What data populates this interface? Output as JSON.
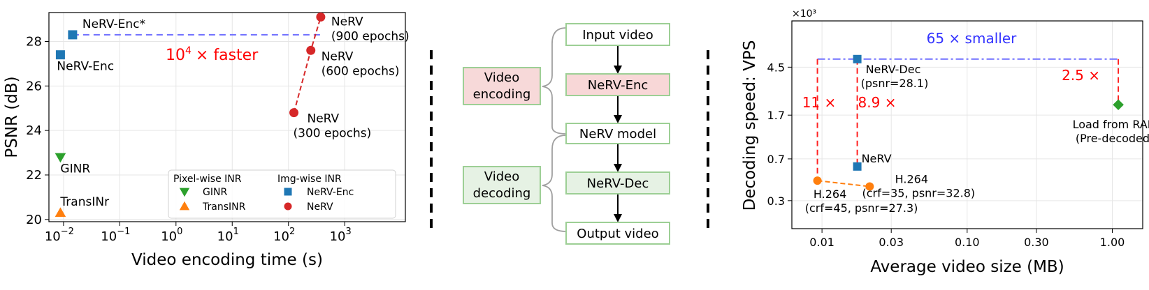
{
  "chart_data": [
    {
      "type": "scatter",
      "xlabel": "Video encoding time (s)",
      "ylabel": "PSNR (dB)",
      "x_scale": "log",
      "xlim": [
        0.0055,
        12000
      ],
      "ylim": [
        19.9,
        29.3
      ],
      "grid": true,
      "x_ticks": [
        {
          "v": 0.01,
          "base": "10",
          "exp": "−2"
        },
        {
          "v": 0.1,
          "base": "10",
          "exp": "−1"
        },
        {
          "v": 1,
          "base": "10",
          "exp": "0"
        },
        {
          "v": 10,
          "base": "10",
          "exp": "1"
        },
        {
          "v": 100,
          "base": "10",
          "exp": "2"
        },
        {
          "v": 1000,
          "base": "10",
          "exp": "3"
        }
      ],
      "y_ticks": [
        20,
        22,
        24,
        26,
        28
      ],
      "points": [
        {
          "key": "nerv-enc-star",
          "label": "NeRV-Enc*",
          "x": 0.0145,
          "y": 28.3,
          "marker": "square",
          "color": "#1f77b4"
        },
        {
          "key": "nerv-enc",
          "label": "NeRV-Enc",
          "x": 0.0088,
          "y": 27.4,
          "marker": "square",
          "color": "#1f77b4"
        },
        {
          "key": "ginr",
          "label": "GINR",
          "x": 0.0088,
          "y": 22.8,
          "marker": "triangle-down",
          "color": "#2ca02c"
        },
        {
          "key": "transinr",
          "label": "TransINr",
          "x": 0.0088,
          "y": 20.3,
          "marker": "triangle-up",
          "color": "#ff7f0e"
        },
        {
          "key": "nerv-300",
          "label": "NeRV",
          "sublabel": "(300 epochs)",
          "x": 125,
          "y": 24.8,
          "marker": "circle",
          "color": "#d62728"
        },
        {
          "key": "nerv-600",
          "label": "NeRV",
          "sublabel": "(600 epochs)",
          "x": 250,
          "y": 27.6,
          "marker": "circle",
          "color": "#d62728"
        },
        {
          "key": "nerv-900",
          "label": "NeRV",
          "sublabel": "(900 epochs)",
          "x": 375,
          "y": 29.1,
          "marker": "circle",
          "color": "#d62728"
        }
      ],
      "ref_line": {
        "y": 28.3,
        "x_from": 0.0145,
        "x_to": 375,
        "color": "#6f6fff"
      },
      "nerv_curve": {
        "color": "#d62728"
      },
      "annotation": {
        "base": "10",
        "exp": "4",
        "text": "×  faster",
        "color": "#ff0000"
      },
      "legend": {
        "placement": "lower-right",
        "groups": [
          {
            "title": "Pixel-wise INR",
            "entries": [
              {
                "label": "GINR",
                "marker": "triangle-down",
                "color": "#2ca02c"
              },
              {
                "label": "TransINR",
                "marker": "triangle-up",
                "color": "#ff7f0e"
              }
            ]
          },
          {
            "title": "Img-wise INR",
            "entries": [
              {
                "label": "NeRV-Enc",
                "marker": "square",
                "color": "#1f77b4"
              },
              {
                "label": "NeRV",
                "marker": "circle",
                "color": "#d62728"
              }
            ]
          }
        ]
      }
    },
    {
      "type": "scatter",
      "xlabel": "Average video size (MB)",
      "ylabel": "Decoding speed: VPS",
      "x_scale": "log",
      "y_scale": "log",
      "xlim": [
        0.0062,
        1.62
      ],
      "ylim": [
        0.17,
        11.5
      ],
      "grid": true,
      "y_multiplier": "×10³",
      "x_ticks": [
        {
          "v": 0.01,
          "label": "0.01"
        },
        {
          "v": 0.03,
          "label": "0.03"
        },
        {
          "v": 0.1,
          "label": "0.10"
        },
        {
          "v": 0.3,
          "label": "0.30"
        },
        {
          "v": 1.0,
          "label": "1.00"
        }
      ],
      "y_ticks": [
        {
          "v": 0.3,
          "label": "0.3"
        },
        {
          "v": 0.7,
          "label": "0.7"
        },
        {
          "v": 1.7,
          "label": "1.7"
        },
        {
          "v": 4.5,
          "label": "4.5"
        }
      ],
      "points": [
        {
          "key": "nerv-dec",
          "label": "NeRV-Dec",
          "sublabel": "(psnr=28.1)",
          "x": 0.0175,
          "y": 5.3,
          "marker": "square",
          "color": "#1f77b4"
        },
        {
          "key": "nerv",
          "label": "NeRV",
          "x": 0.0175,
          "y": 0.6,
          "marker": "square",
          "color": "#1f77b4"
        },
        {
          "key": "h264-45",
          "label": "H.264",
          "sublabel": "(crf=45, psnr=27.3)",
          "x": 0.0093,
          "y": 0.45,
          "marker": "circle",
          "color": "#ff7f0e"
        },
        {
          "key": "h264-35",
          "label": "H.264",
          "sublabel": "(crf=35, psnr=32.8)",
          "x": 0.0213,
          "y": 0.4,
          "marker": "circle",
          "color": "#ff7f0e"
        },
        {
          "key": "ram",
          "label": "Load from RAM",
          "sublabel": "(Pre-decoded)",
          "x": 1.1,
          "y": 2.1,
          "marker": "diamond",
          "color": "#2ca02c"
        }
      ],
      "ref_line": {
        "y": 5.3,
        "x_from": 0.0093,
        "x_to": 1.1,
        "color": "#6f6fff"
      },
      "h264_curve": {
        "color": "#ff7f0e"
      },
      "annotations": [
        {
          "key": "smaller",
          "text": "65 ×  smaller",
          "color": "#3333ff"
        },
        {
          "key": "eleven",
          "text": "11 ×",
          "color": "#ff0000"
        },
        {
          "key": "eightnine",
          "text": "8.9 ×",
          "color": "#ff0000"
        },
        {
          "key": "twofive",
          "text": "2.5 ×",
          "color": "#ff0000"
        }
      ]
    }
  ],
  "diagram": {
    "nodes": {
      "input": "Input video",
      "enc": "NeRV-Enc",
      "model": "NeRV model",
      "dec": "NeRV-Dec",
      "output": "Output video"
    },
    "groups": {
      "encoding": [
        "Video",
        "encoding"
      ],
      "decoding": [
        "Video",
        "decoding"
      ]
    },
    "colors": {
      "border": "#9dcf95",
      "enc_fill": "#f8d7d7",
      "encoding_fill": "#f7d9d9",
      "dec_fill": "#e6f2e4",
      "decoding_fill": "#e6f2e4",
      "separator": "#000000"
    }
  }
}
